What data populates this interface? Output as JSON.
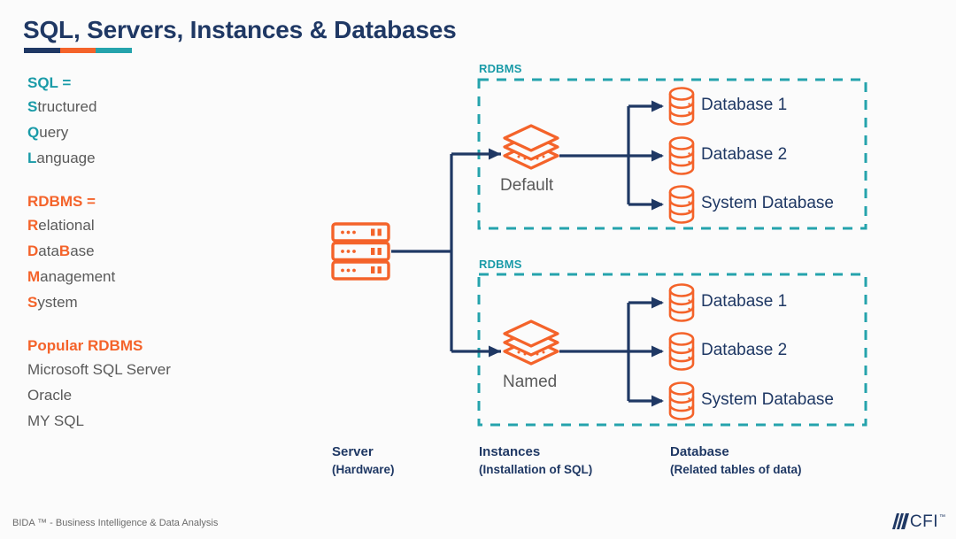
{
  "slide": {
    "title": "SQL, Servers, Instances & Databases",
    "rule_colors": [
      "#1f3864",
      "#f4632a",
      "#25a3ac"
    ],
    "background": "#fbfbfb"
  },
  "left_panel": {
    "sql": {
      "heading": "SQL =",
      "heading_color": "#1a9ba8",
      "lines": [
        {
          "initial": "S",
          "rest": "tructured"
        },
        {
          "initial": "Q",
          "rest": "uery"
        },
        {
          "initial": "L",
          "rest": "anguage"
        }
      ]
    },
    "rdbms": {
      "heading": "RDBMS =",
      "heading_color": "#f4632a",
      "lines": [
        {
          "initial": "R",
          "rest": "elational"
        },
        {
          "initial": "D",
          "rest": "ata",
          "initial2": "B",
          "rest2": "ase"
        },
        {
          "initial": "M",
          "rest": "anagement"
        },
        {
          "initial": "S",
          "rest": "ystem"
        }
      ]
    },
    "popular": {
      "heading": "Popular RDBMS",
      "heading_color": "#f4632a",
      "items": [
        "Microsoft SQL Server",
        "Oracle",
        "MY SQL"
      ]
    }
  },
  "diagram": {
    "server": {
      "icon": "server-rack-icon",
      "color": "#f4632a"
    },
    "groups": [
      {
        "label": "RDBMS",
        "instance": {
          "label": "Default",
          "icon": "stacked-layers-icon"
        },
        "databases": [
          {
            "label": "Database 1",
            "icon": "database-cylinder-icon"
          },
          {
            "label": "Database 2",
            "icon": "database-cylinder-icon"
          },
          {
            "label": "System Database",
            "icon": "database-cylinder-icon"
          }
        ]
      },
      {
        "label": "RDBMS",
        "instance": {
          "label": "Named",
          "icon": "stacked-layers-icon"
        },
        "databases": [
          {
            "label": "Database 1",
            "icon": "database-cylinder-icon"
          },
          {
            "label": "Database 2",
            "icon": "database-cylinder-icon"
          },
          {
            "label": "System Database",
            "icon": "database-cylinder-icon"
          }
        ]
      }
    ],
    "columns": [
      {
        "title": "Server",
        "subtitle": "(Hardware)"
      },
      {
        "title": "Instances",
        "subtitle": "(Installation of SQL)"
      },
      {
        "title": "Database",
        "subtitle": "(Related tables of data)"
      }
    ],
    "colors": {
      "connector": "#1f3864",
      "dashed_box": "#25a3ac",
      "icon_orange": "#f4632a",
      "label_navy": "#1f3864"
    }
  },
  "footer": {
    "left_text": "BIDA ™ - Business Intelligence & Data Analysis",
    "logo_word": "CFI",
    "logo_tm": "™"
  }
}
